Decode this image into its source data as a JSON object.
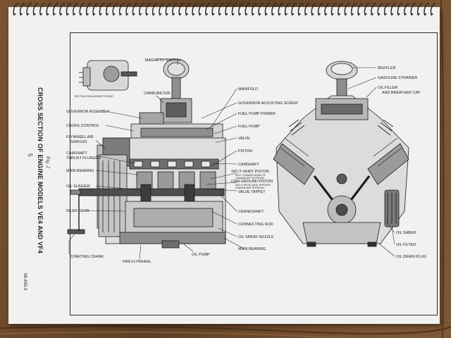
{
  "document": {
    "figure_label": "Fig. 2",
    "title": "CROSS SECTION OF ENGINE MODELS VE4 AND VF4",
    "page_number": "5",
    "doc_code": "MI-435-3"
  },
  "labels": {
    "magneto_switch": "MAGNETO SWITCH",
    "section_thru_magneto_drive": "SECTION THRU MAGNETO DRIVE",
    "carburetor": "CARBURETOR",
    "governor_assembly": "GOVERNOR ASSEMBLY",
    "choke_control": "CHOKE CONTROL",
    "flywheel_air_shroud_1": "FLYWHEEL AIR",
    "flywheel_air_shroud_2": "SHROUD",
    "camshaft_thrust_plunger_1": "CAMSHAFT",
    "camshaft_thrust_plunger_2": "THRUST PLUNGER",
    "main_bearing_left": "MAIN BEARING",
    "oil_slinger": "OIL SLINGER",
    "idler_gear": "IDLER GEAR",
    "starting_crank": "STARTING CRANK",
    "fan_flywheel": "FAN-FLYWHEEL",
    "oil_pump": "OIL PUMP",
    "main_bearing_bottom": "MAIN BEARING",
    "manifold": "MANIFOLD",
    "governor_adjusting_screw": "GOVERNOR ADJUSTING SCREW",
    "fuel_pump_primer": "FUEL PUMP PRIMER",
    "fuel_pump": "FUEL PUMP",
    "valve": "VALVE",
    "piston": "PISTON",
    "camshaft": "CAMSHAFT",
    "split_skirt_piston": "SPLIT-SKIRT PISTON",
    "split_skirt_note_1": "SPLIT TOWARD INSIDE OF",
    "split_skirt_note_2": "CRANKSHAFT ROTATION",
    "cam_ground_piston": "CAM-GROUND PISTON",
    "cam_ground_note_1": "WITH THRUST SIDE OPPOSITE",
    "cam_ground_note_2": "CRANKSHAFT ROTATION",
    "valve_tappet": "VALVE TAPPET",
    "crankshaft": "CRANKSHAFT",
    "connecting_rod": "CONNECTING ROD",
    "oil_spray_nozzle": "OIL SPRAY NOZZLE",
    "muffler": "MUFFLER",
    "gasoline_strainer": "GASOLINE STRAINER",
    "oil_filler_1": "OIL FILLER",
    "oil_filler_2": "AND BREATHER CAP",
    "oil_saber": "OIL SABER",
    "oil_filter": "OIL FILTER",
    "oil_drain_plug": "OIL DRAIN PLUG"
  },
  "colors": {
    "paper": "#f1f1ef",
    "ink": "#1d1d1d",
    "wood": "#6b4a2c"
  }
}
